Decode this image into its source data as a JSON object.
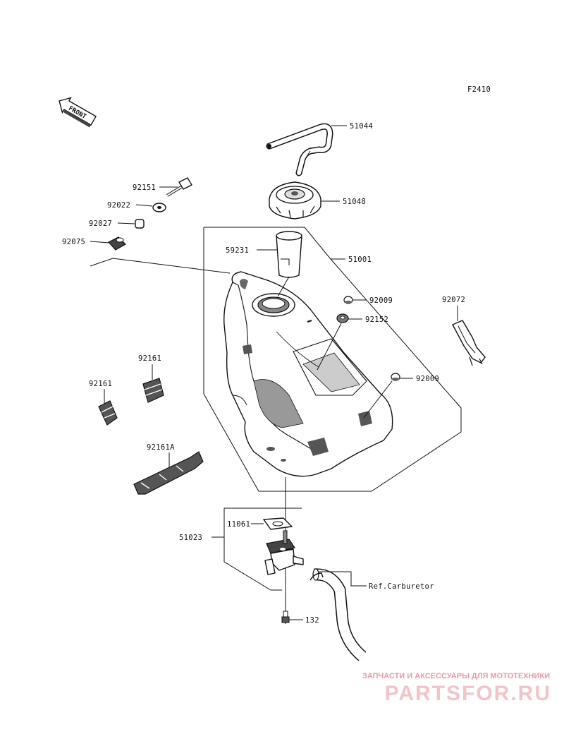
{
  "figure_code": "F2410",
  "front_marker": "FRONT",
  "labels": {
    "hose_top": "51044",
    "filler_cap": "51048",
    "bolt": "92151",
    "washer": "92022",
    "collar": "92027",
    "damper": "92075",
    "filler_neck": "59231",
    "tank_assy": "51001",
    "plug_upper": "92009",
    "grommet": "92152",
    "band": "92072",
    "pad_right": "92161",
    "pad_left": "92161",
    "pad_long": "92161A",
    "plug_lower": "92009",
    "gasket": "11061",
    "fuel_cock": "51023",
    "screw": "132",
    "ref_note": "Ref.Carburetor"
  },
  "watermark": {
    "tagline": "ЗАПЧАСТИ И АКСЕССУАРЫ ДЛЯ МОТОТЕХНИКИ",
    "logo": "PARTSFOR.RU"
  }
}
